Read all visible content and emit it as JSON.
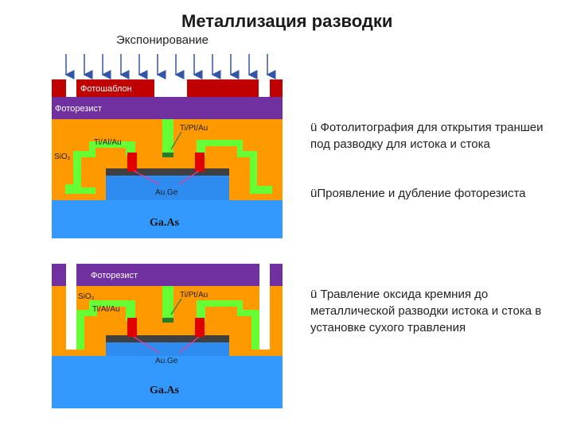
{
  "header": {
    "title": "Металлизация разводки",
    "subtitle": "Экспонирование"
  },
  "diagram_top": {
    "photomask_label": "Фотошаблон",
    "photoresist_label": "Фоторезист",
    "sio2_label": "SiO₂",
    "tialau_label": "Ti/Al/Au",
    "tiptau_label": "Ti/Pt/Au",
    "auge_label": "Au.Ge",
    "gaas_label": "Ga.As"
  },
  "diagram_bottom": {
    "photoresist_label": "Фоторезист",
    "sio2_label": "SiO₂",
    "tialau_label": "Ti/Al/Au",
    "tiptau_label": "Ti/Pt/Au",
    "auge_label": "Au.Ge",
    "gaas_label": "Ga.As"
  },
  "bullets": [
    "ü Фотолитография для открытия траншеи под разводку для истока и стока",
    "üПроявление и дубление фоторезиста",
    "ü Травление оксида кремния до металлической разводки истока и стока в установке сухого травления"
  ],
  "colors": {
    "mask": "#c00000",
    "photoresist": "#7030a0",
    "sio2": "#ff9900",
    "metal_green": "#66ff33",
    "gaas": "#3399ff",
    "mesa": "#2e8bef",
    "contact_red": "#e00000",
    "dark_layer": "#404040"
  }
}
